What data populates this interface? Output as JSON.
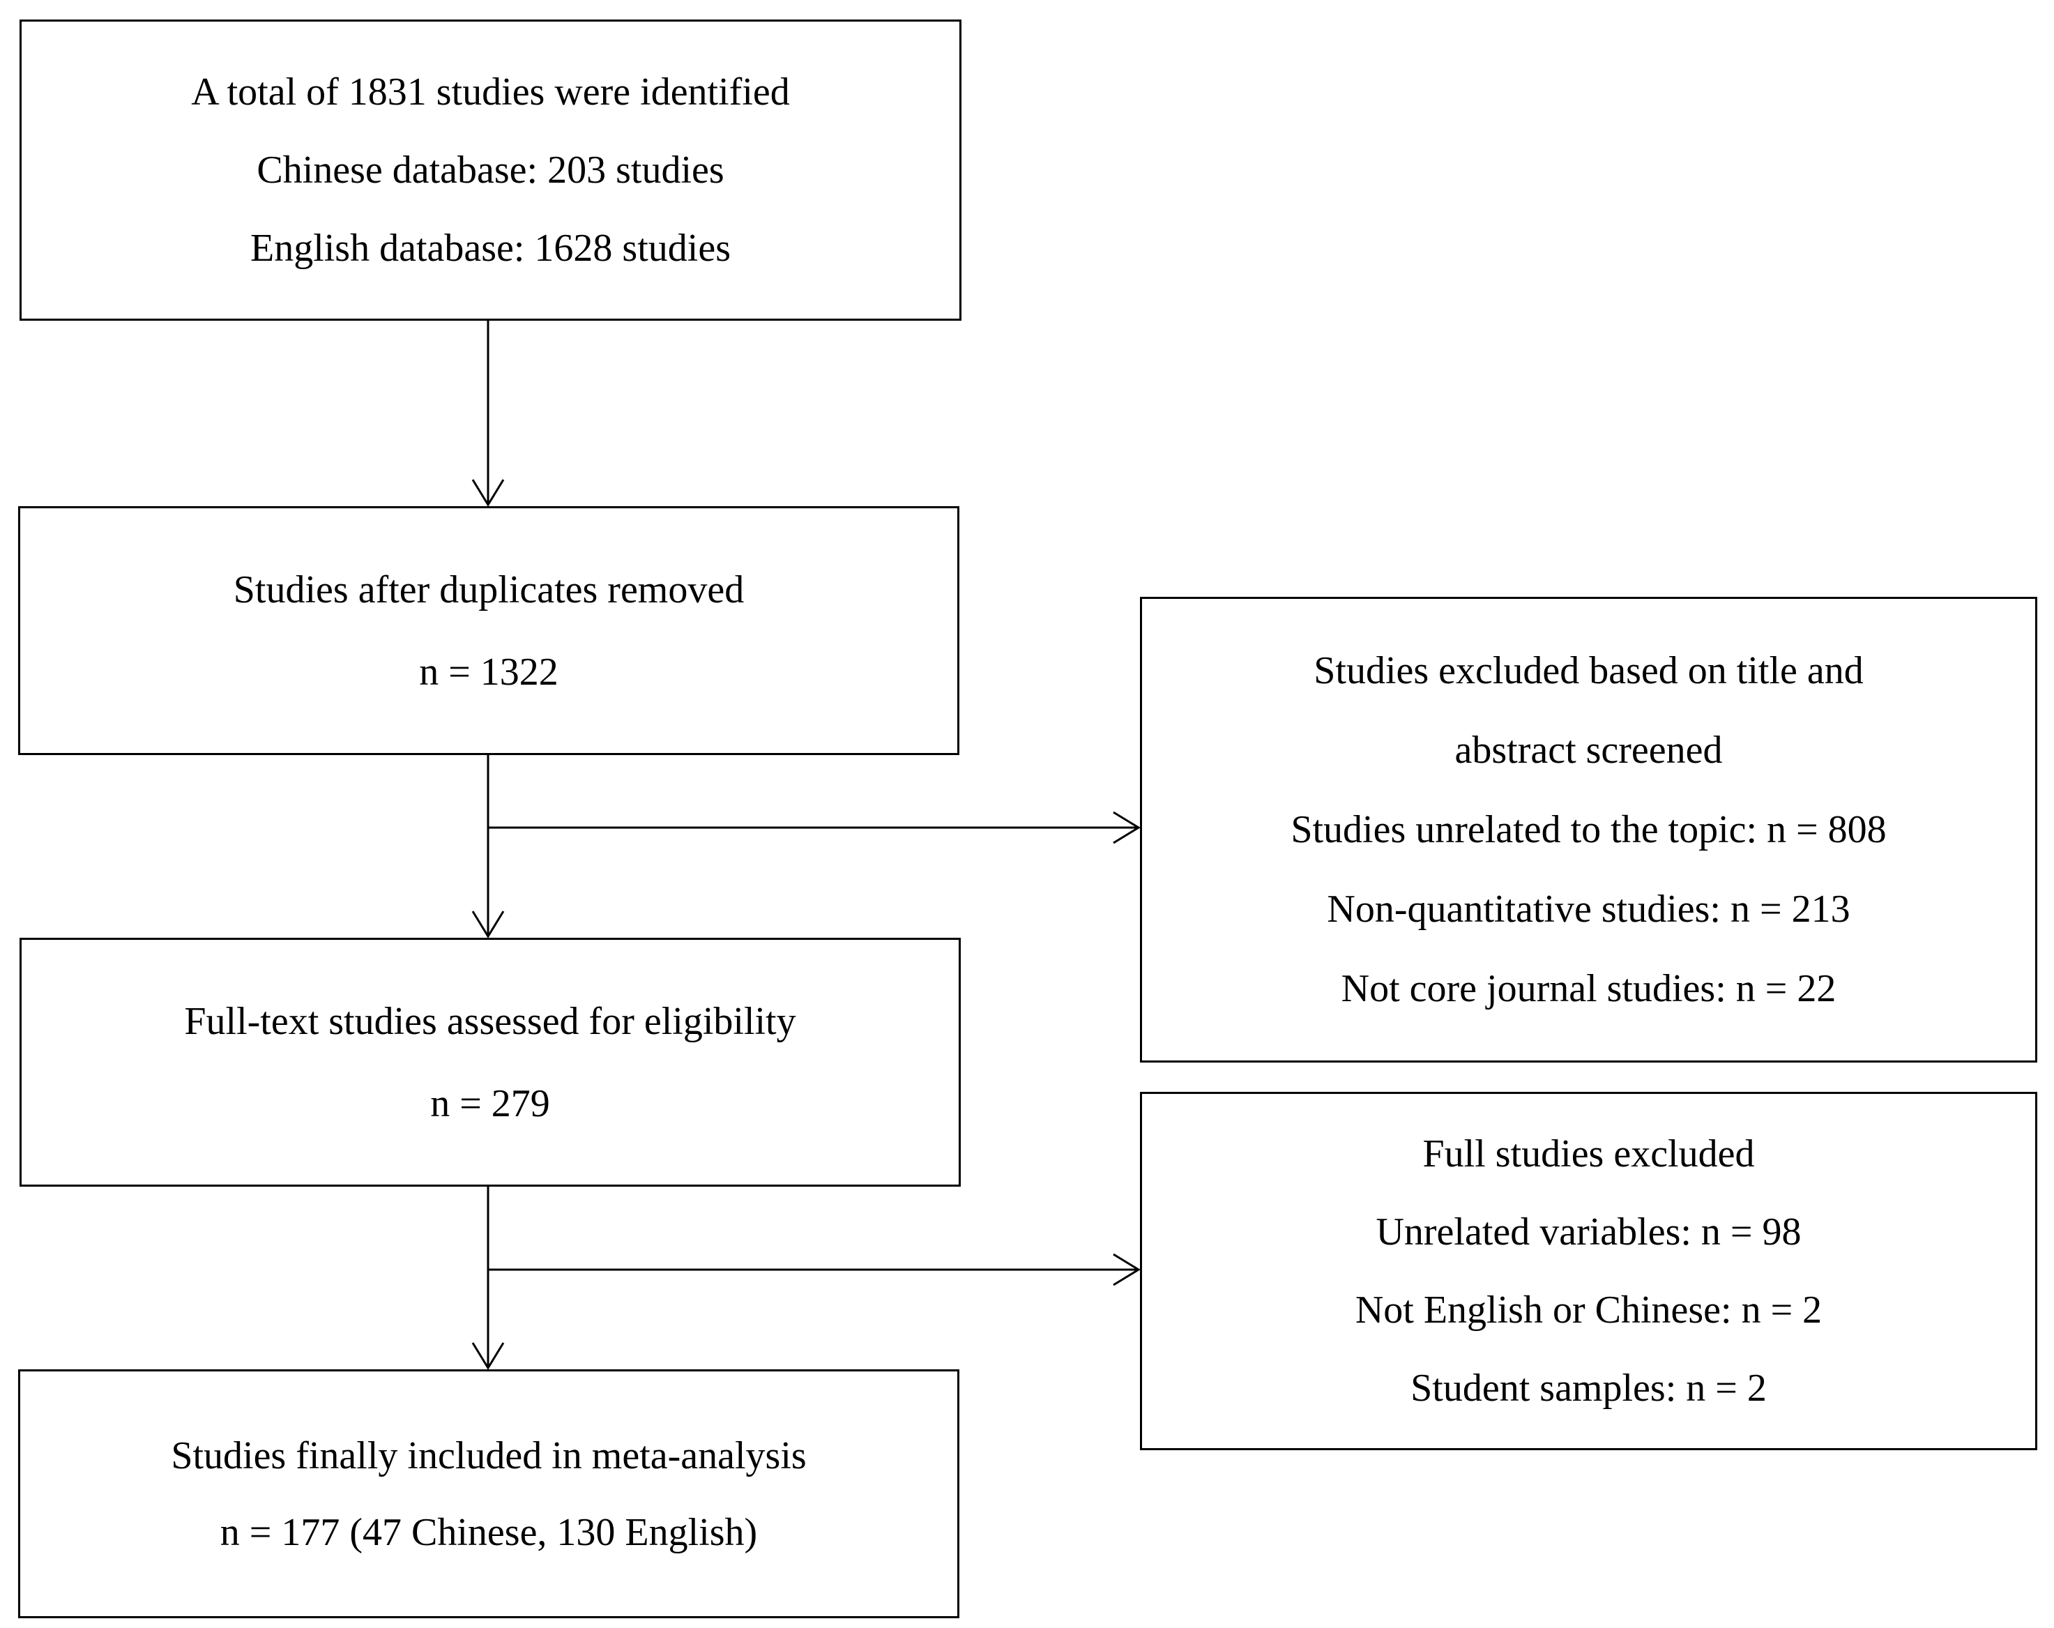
{
  "flowchart": {
    "identified": {
      "line1": "A total of 1831 studies were identified",
      "line2": "Chinese database: 203 studies",
      "line3": "English database: 1628 studies"
    },
    "deduplicated": {
      "line1": "Studies after duplicates removed",
      "line2": "n = 1322"
    },
    "fulltext": {
      "line1": "Full-text studies assessed for eligibility",
      "line2": "n = 279"
    },
    "included": {
      "line1": "Studies finally included in meta-analysis",
      "line2": "n = 177  (47 Chinese, 130 English)"
    },
    "excluded_screening": {
      "line1": "Studies excluded based on title and",
      "line2": "abstract screened",
      "line3": "Studies unrelated to the topic: n = 808",
      "line4": "Non-quantitative studies: n = 213",
      "line5": "Not core journal studies: n = 22"
    },
    "excluded_fulltext": {
      "line1": "Full studies excluded",
      "line2": "Unrelated variables: n = 98",
      "line3": "Not English or Chinese: n = 2",
      "line4": "Student samples: n = 2"
    }
  }
}
